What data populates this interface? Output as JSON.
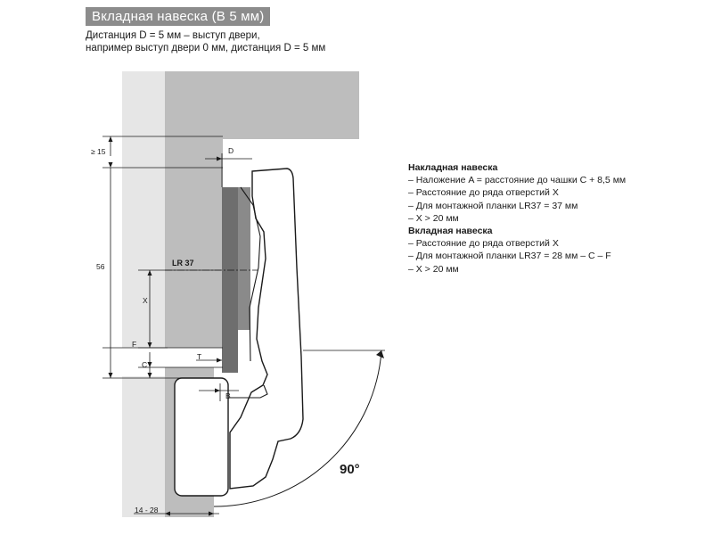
{
  "title": "Вкладная навеска (В 5 мм)",
  "subtitle_lines": [
    "Дистанция D = 5 мм – выступ двери,",
    "например выступ двери 0 мм, дистанция D = 5 мм"
  ],
  "notes": [
    {
      "text": "Накладная навеска",
      "bold": true
    },
    {
      "text": "– Наложение A = расстояние до чашки C + 8,5 мм",
      "bold": false
    },
    {
      "text": "– Расстояние до ряда отверстий X",
      "bold": false
    },
    {
      "text": "– Для монтажной планки LR37 = 37 мм",
      "bold": false
    },
    {
      "text": "– X > 20 мм",
      "bold": false
    },
    {
      "text": "Вкладная навеска",
      "bold": true
    },
    {
      "text": "– Расстояние до ряда отверстий X",
      "bold": false
    },
    {
      "text": "– Для монтажной планки LR37 = 28 мм – C – F",
      "bold": false
    },
    {
      "text": "– X > 20 мм",
      "bold": false
    }
  ],
  "dimension_labels": {
    "ge15": "≥ 15",
    "d": "D",
    "fifty_six": "56",
    "lr37": "LR 37",
    "x": "X",
    "f": "F",
    "c": "C",
    "t": "T",
    "b": "B",
    "range": "14 - 28",
    "angle": "90°"
  },
  "colors": {
    "panel_light": "#e6e6e6",
    "panel_mid": "#bdbdbd",
    "plate_dark": "#6e6e6e",
    "title_bg": "#8c8c8c",
    "line": "#1a1a1a"
  }
}
